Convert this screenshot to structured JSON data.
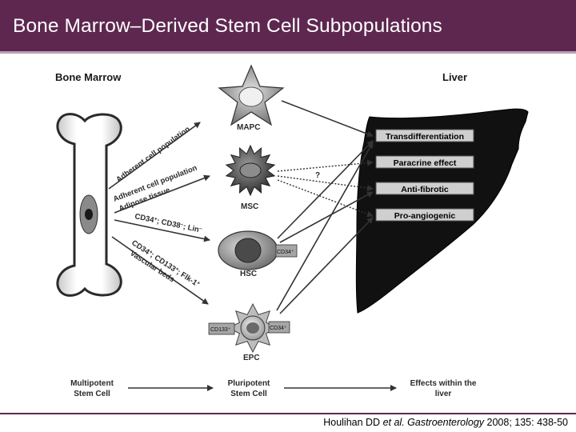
{
  "slide": {
    "title": "Bone Marrow–Derived Stem Cell Subpopulations"
  },
  "diagram": {
    "left_heading": "Bone Marrow",
    "right_heading": "Liver",
    "cells": {
      "mapc": "MAPC",
      "msc": "MSC",
      "hsc": "HSC",
      "epc": "EPC"
    },
    "arrow_labels": {
      "adherent_1": "Adherent cell population",
      "adherent_2_line1": "Adherent cell population",
      "adherent_2_line2": "Adipose tissue",
      "hsc_markers": {
        "a": "CD34",
        "a_sup": "+",
        "b": "; CD38",
        "b_sup": "–",
        "c": "; Lin",
        "c_sup": "–"
      },
      "epc_markers_line1": {
        "a": "CD34",
        "a_sup": "+",
        "b": "; CD133",
        "b_sup": "+",
        "c": "; Flk-1",
        "c_sup": "+"
      },
      "epc_markers_line2": "Vascular beds",
      "question_mark": "?"
    },
    "markers": {
      "hsc_cd34": "CD34⁺",
      "epc_cd133": "CD133⁺",
      "epc_cd34": "CD34⁺"
    },
    "effects": [
      "Transdifferentiation",
      "Paracrine effect",
      "Anti-fibrotic",
      "Pro-angiogenic"
    ],
    "footer": {
      "left_line1": "Multipotent",
      "left_line2": "Stem Cell",
      "mid_line1": "Pluripotent",
      "mid_line2": "Stem Cell",
      "right_line1": "Effects within the",
      "right_line2": "liver"
    }
  },
  "citation": {
    "authors": "Houlihan DD ",
    "etal": "et al.",
    "journal": "Gastroenterology",
    "details": " 2008; 135: 438-50"
  },
  "colors": {
    "title_bar": "#5e2750",
    "liver": "#111111",
    "effect_box": "#cfcfcf"
  }
}
